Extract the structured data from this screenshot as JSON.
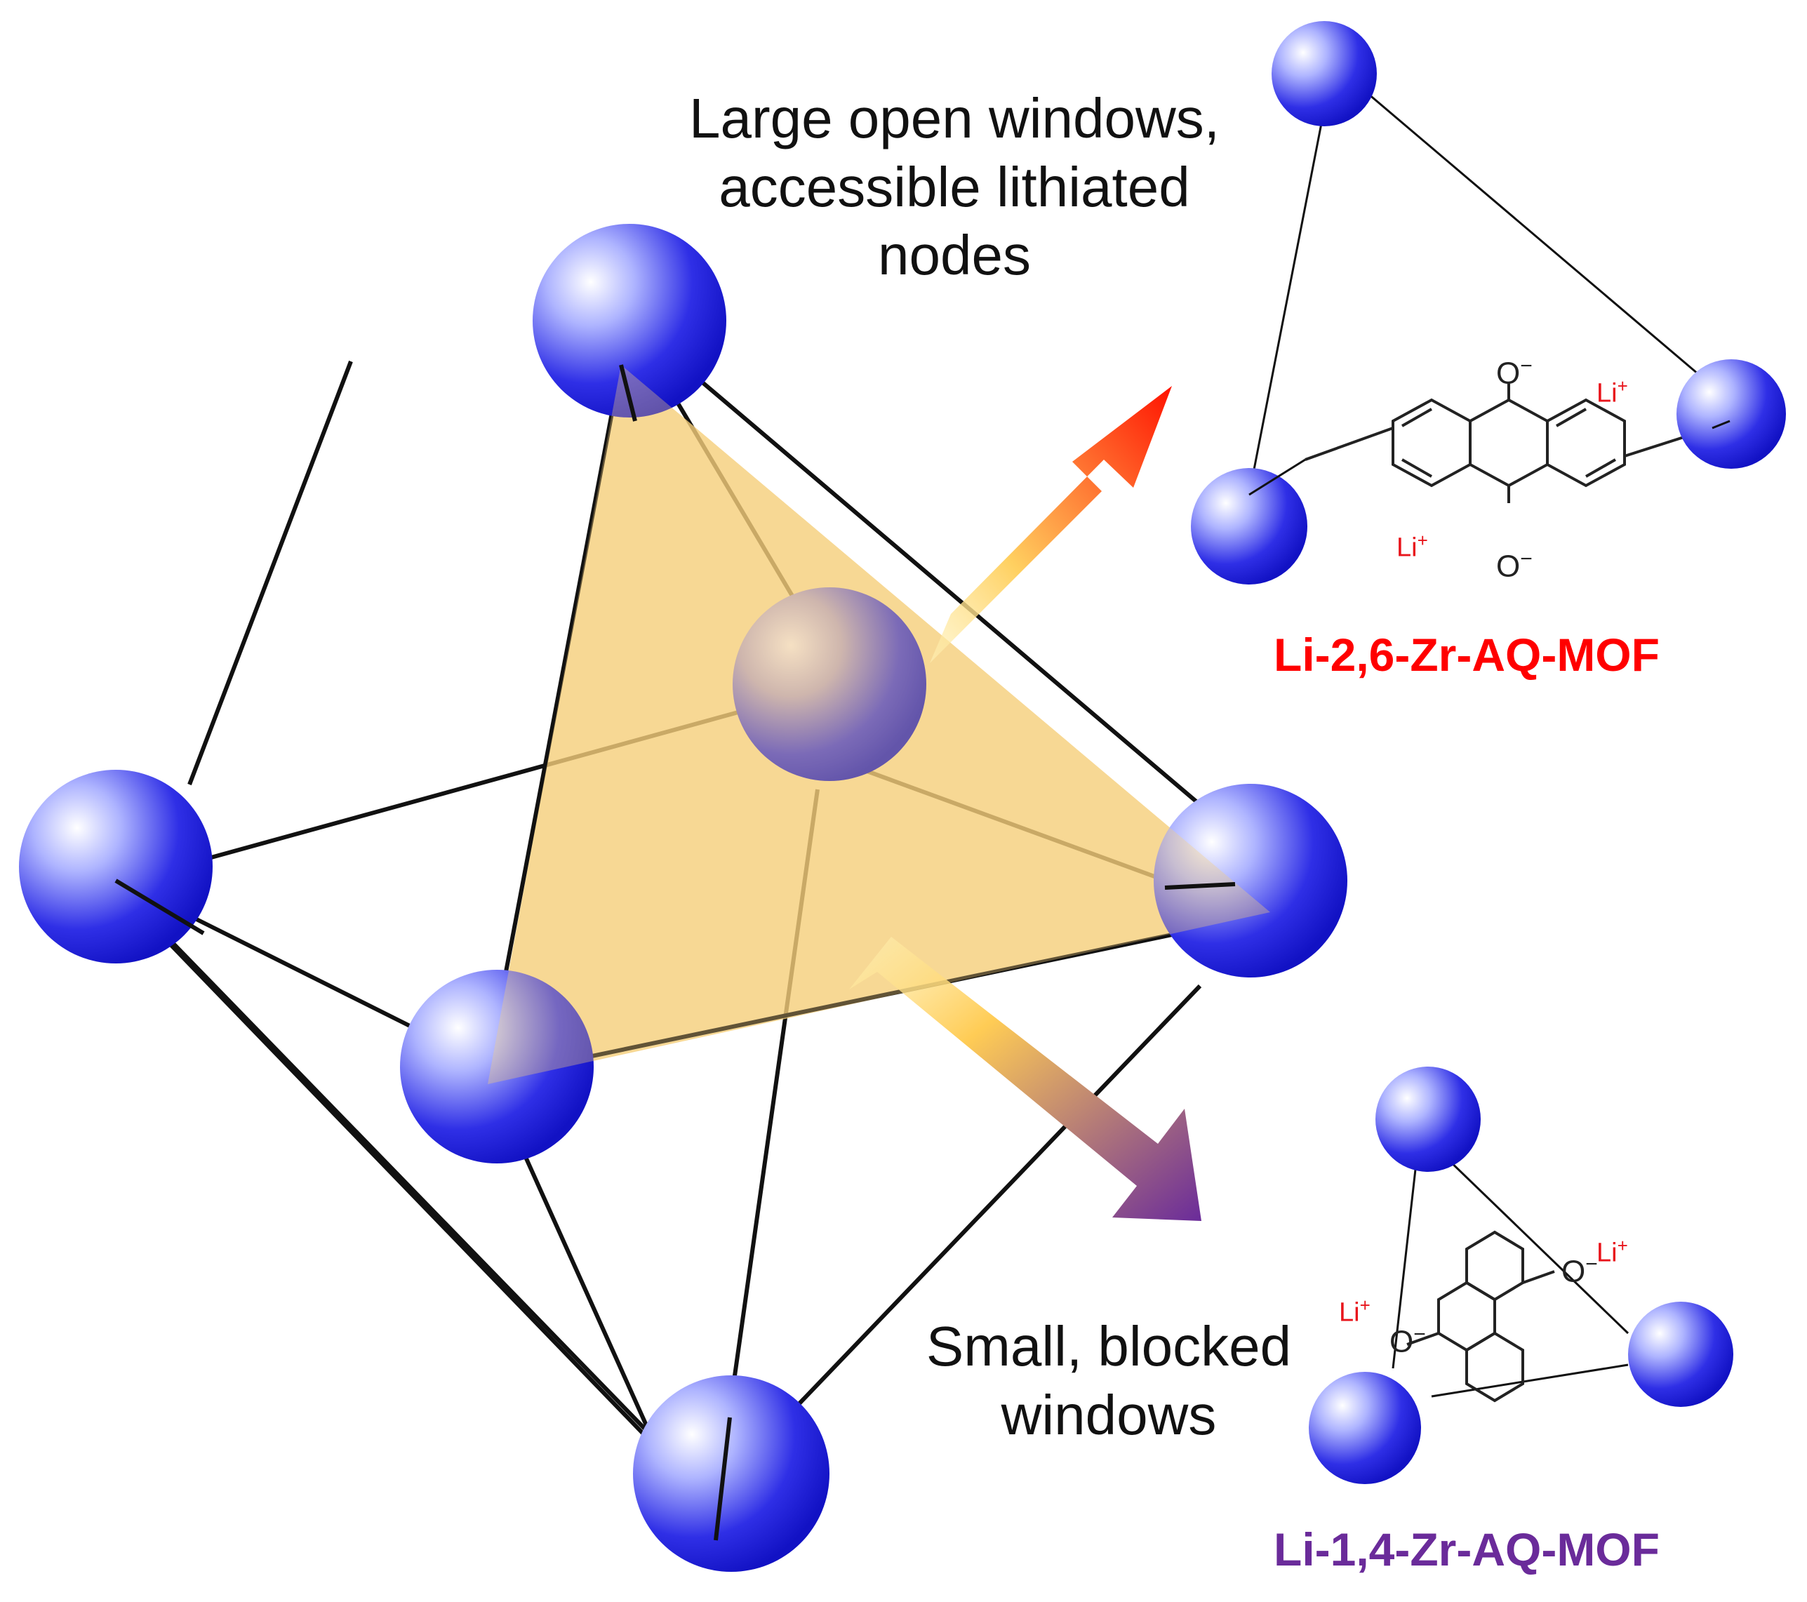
{
  "labels": {
    "large_windows": [
      "Large open windows,",
      "accessible lithiated",
      "nodes"
    ],
    "small_windows": [
      "Small, blocked",
      "windows"
    ]
  },
  "mofs": {
    "top": {
      "name": "Li-2,6-Zr-AQ-MOF",
      "color": "#ff0000"
    },
    "bottom": {
      "name": "Li-1,4-Zr-AQ-MOF",
      "color": "#6a2b9a"
    }
  },
  "chem": {
    "o_minus": "O",
    "minus": "−",
    "li": "Li",
    "plus": "+",
    "ion_color": "#e8141b"
  },
  "colors": {
    "sphere_light": "#ffffff",
    "sphere_mid": "#3a3af0",
    "sphere_dark": "#1010c8",
    "face": "#f5cf7a",
    "arrow_top_end": "#ff1a00",
    "arrow_bottom_end": "#6a2b9a",
    "arrow_start": "#ffe9a0"
  }
}
